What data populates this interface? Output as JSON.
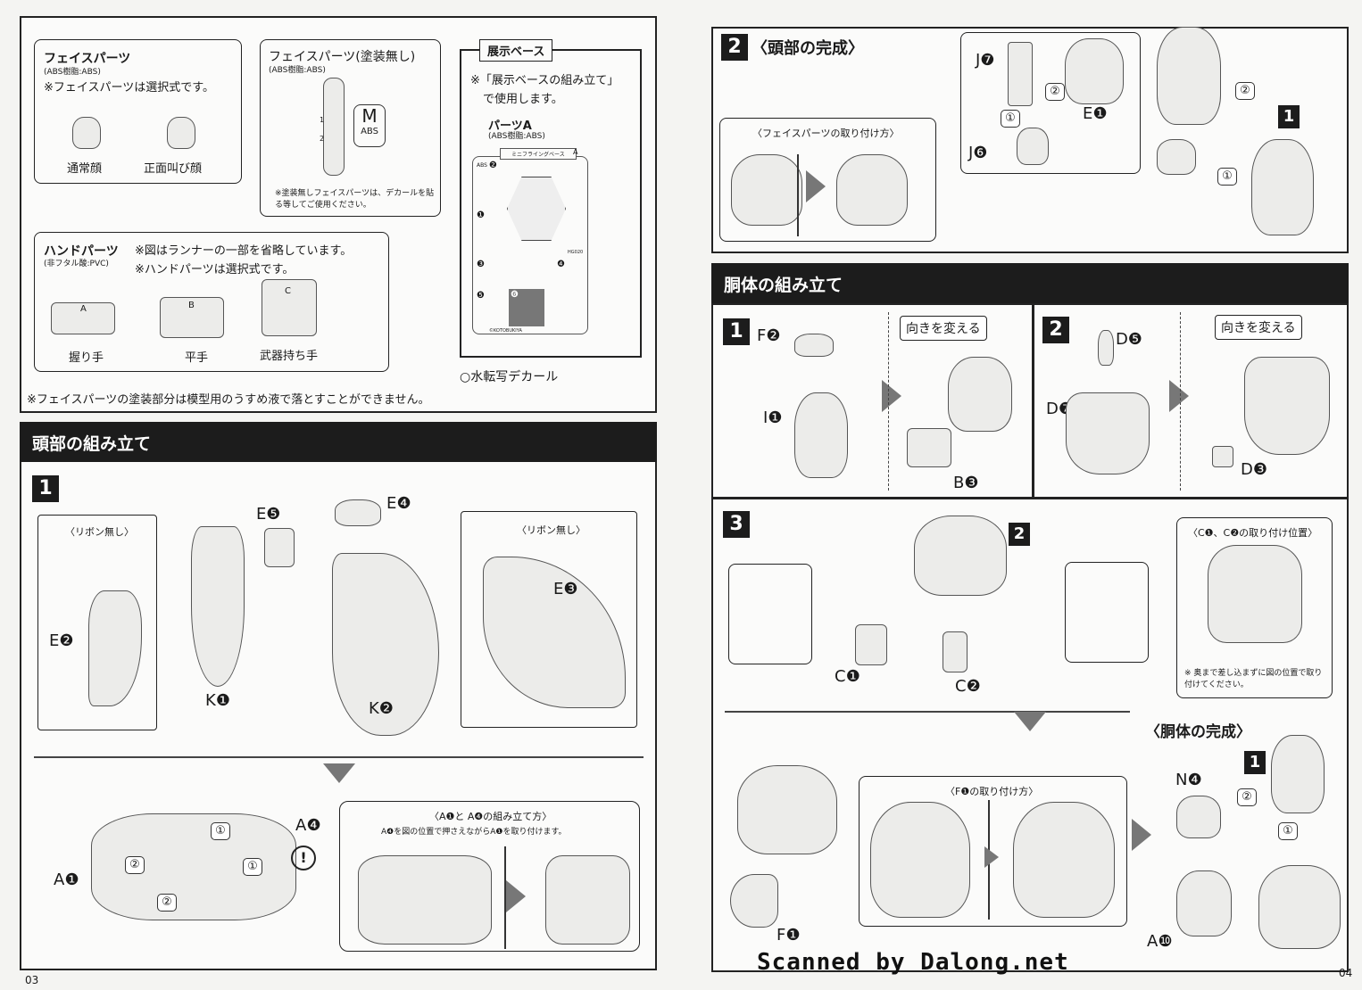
{
  "left_page": {
    "page_number": "03",
    "face_parts": {
      "title": "フェイスパーツ",
      "material": "(ABS樹脂:ABS)",
      "note": "※フェイスパーツは選択式です。",
      "options": [
        "通常顔",
        "正面叫び顔"
      ]
    },
    "face_unpainted": {
      "title": "フェイスパーツ(塗装無し)",
      "material": "(ABS樹脂:ABS)",
      "runner_letter": "M",
      "runner_material": "ABS",
      "runner_nums": [
        "1",
        "2"
      ],
      "note": "※塗装無しフェイスパーツは、デカールを貼る等してご使用ください。"
    },
    "display_base": {
      "tab": "展示ベース",
      "note1": "※「展示ベースの組み立て」",
      "note2": "で使用します。",
      "parts_title": "パーツA",
      "material": "(ABS樹脂:ABS)",
      "runner_name": "ミニフライングベース",
      "runner_letter": "A",
      "runner_mat": "ABS",
      "runner_code": "HG020",
      "runner_brand": "©KOTOBUKIYA",
      "part_nums": [
        "❶",
        "❷",
        "❸",
        "❹",
        "❺",
        "❻"
      ]
    },
    "decal": "○水転写デカール",
    "hand_parts": {
      "title": "ハンドパーツ",
      "material": "(非フタル酸:PVC)",
      "note1": "※図はランナーの一部を省略しています。",
      "note2": "※ハンドパーツは選択式です。",
      "options": [
        {
          "letter": "A",
          "label": "握り手"
        },
        {
          "letter": "B",
          "label": "平手"
        },
        {
          "letter": "C",
          "label": "武器持ち手"
        }
      ]
    },
    "footer_note": "※フェイスパーツの塗装部分は模型用のうすめ液で落とすことができません。",
    "head_assembly": {
      "title": "頭部の組み立て",
      "step": "1",
      "no_ribbon": "〈リボン無し〉",
      "labels": {
        "E5": "E❺",
        "E4": "E❹",
        "E2": "E❷",
        "K1": "K❶",
        "E3": "E❸",
        "K2": "K❷",
        "A4": "A❹",
        "A1": "A❶"
      },
      "hex": [
        "①",
        "②"
      ],
      "subbox": {
        "title": "〈A❶と A❹の組み立て方〉",
        "desc": "A❹を図の位置で押さえながらA❶を取り付けます。"
      }
    }
  },
  "right_page": {
    "page_number": "04",
    "head_complete": {
      "step": "2",
      "title": "〈頭部の完成〉",
      "face_attach": "〈フェイスパーツの取り付け方〉",
      "labels": {
        "J7": "J❼",
        "E1": "E❶",
        "J6": "J❻"
      },
      "ref_step": "1",
      "hex": [
        "①",
        "②"
      ]
    },
    "torso": {
      "title": "胴体の組み立て",
      "step1": {
        "step": "1",
        "F2": "F❷",
        "I1": "I❶",
        "rotate": "向きを変える",
        "B3": "B❸"
      },
      "step2": {
        "step": "2",
        "D5": "D❺",
        "D7": "D❼",
        "rotate": "向きを変える",
        "D3": "D❸"
      },
      "step3": {
        "step": "3",
        "ref": "2",
        "C1": "C❶",
        "C2": "C❷",
        "position_title": "〈C❶、C❷の取り付け位置〉",
        "position_note": "※ 奥まで差し込まずに図の位置で取り付けてください。"
      },
      "complete": {
        "title": "〈胴体の完成〉",
        "F1_attach": "〈F❶の取り付け方〉",
        "F1": "F❶",
        "N4": "N❹",
        "A10": "A❿",
        "ref": "1"
      }
    }
  },
  "watermark": "Scanned by Dalong.net"
}
